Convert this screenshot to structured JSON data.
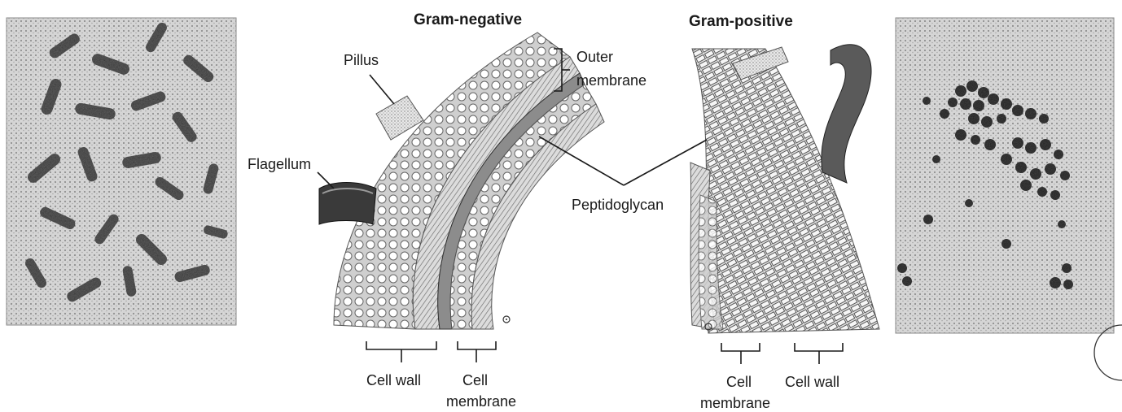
{
  "titles": {
    "gram_negative": "Gram-negative",
    "gram_positive": "Gram-positive"
  },
  "labels": {
    "pillus": "Pillus",
    "outer_membrane_1": "Outer",
    "outer_membrane_2": "membrane",
    "flagellum": "Flagellum",
    "peptidoglycan": "Peptidoglycan",
    "neg_cell_wall": "Cell wall",
    "neg_cell_membrane_1": "Cell",
    "neg_cell_membrane_2": "membrane",
    "pos_cell_membrane_1": "Cell",
    "pos_cell_membrane_2": "membrane",
    "pos_cell_wall": "Cell wall"
  }
}
